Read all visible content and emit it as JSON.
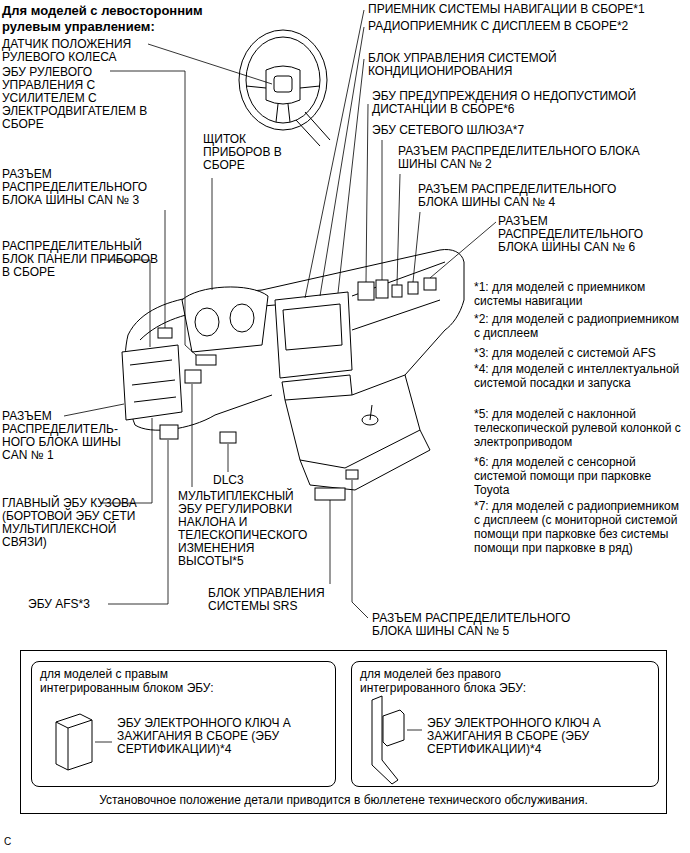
{
  "diagram": {
    "title": "Для моделей с левосторонним рулевым управлением:",
    "nodes": [
      {
        "text": [
          "Установочное положение детали приводится в бюллетене технического обслуживания."
        ]
      },
      {
        "text": [
          "для моделей с правым интегрированным блоком ЭБУ:",
          "ЭБУ ЭЛЕКТРОННОГО КЛЮЧ А ЗАЖИГАНИЯ В СБОРЕ (ЭБУ СЕРТИФИКАЦИИ)*4"
        ],
        "in": 0
      },
      {
        "text": [
          "для моделей без правого интегрированного блока ЭБУ:",
          "ЭБУ ЭЛЕКТРОННОГО КЛЮЧ А ЗАЖИГАНИЯ В СБОРЕ (ЭБУ СЕРТИФИКАЦИИ)*4"
        ],
        "in": 0
      }
    ],
    "labels": [
      "ПРИЕМНИК СИСТЕМЫ НАВИГАЦИИ В СБОРЕ*1",
      "РАДИОПРИЕМНИК С ДИСПЛЕЕМ В СБОРЕ*2",
      "ДАТЧИК ПОЛОЖЕНИЯ РУЛЕВОГО КОЛЕСА",
      "БЛОК УПРАВЛЕНИЯ СИСТЕМОЙ КОНДИЦИОНИРОВАНИЯ",
      "ЭБУ РУЛЕВОГО УПРАВЛЕНИЯ С УСИЛИТЕЛЕМ С ЭЛЕКТРОДВИГАТЕЛЕМ В СБОРЕ",
      "ЭБУ ПРЕДУПРЕЖДЕНИЯ О НЕДОПУСТИМОЙ ДИСТАНЦИИ В СБОРЕ*6",
      "ЭБУ СЕТЕВОГО ШЛЮЗА*7",
      "ЩИТОК ПРИБОРОВ В СБОРЕ",
      "РАЗЪЕМ РАСПРЕДЕЛИТЕЛЬНОГО БЛОКА ШИНЫ CAN № 2",
      "РАЗЪЕМ РАСПРЕДЕЛИТЕЛЬНОГО БЛОКА ШИНЫ CAN № 3",
      "РАЗЪЕМ РАСПРЕДЕЛИТЕЛЬНОГО БЛОКА ШИНЫ CAN № 4",
      "РАЗЪЕМ РАСПРЕДЕЛИТЕЛЬНОГО БЛОКА ШИНЫ CAN № 6",
      "РАСПРЕДЕЛИТЕЛЬНЫЙ БЛОК ПАНЕЛИ ПРИБОРОВ В СБОРЕ",
      "*1: для моделей с приемником системы навигации",
      "*2: для моделей с радиоприемником с дисплеем",
      "*3: для моделей с системой AFS",
      "*4: для моделей с интеллектуальной системой посадки и запуска",
      "*5: для моделей с наклонной телескопической рулевой колонкой с электроприводом",
      "РАЗЪЕМ РАСПРЕДЕЛИТЕЛЬ- НОГО БЛОКА ШИНЫ CAN № 1",
      "*6: для моделей с сенсорной системой помощи при парковке Toyota",
      "DLC3",
      "МУЛЬТИПЛЕКСНЫЙ ЭБУ РЕГУЛИРОВКИ НАКЛОНА И ТЕЛЕСКОПИЧЕСКОГО ИЗМЕНЕНИЯ ВЫСОТЫ*5",
      "*7: для моделей с радиоприемником с дисплеем (с мониторной системой помощи при парковке без системы помощи при парковке в ряд)",
      "ГЛАВНЫЙ ЭБУ КУЗОВА (БОРТОВОЙ ЭБУ СЕТИ МУЛЬТИПЛЕКСНОЙ СВЯЗИ)",
      "БЛОК УПРАВЛЕНИЯ СИСТЕМЫ SRS",
      "ЭБУ AFS*3",
      "РАЗЪЕМ РАСПРЕДЕЛИТЕЛЬНОГО БЛОКА ШИНЫ CAN № 5",
      "C"
    ]
  }
}
